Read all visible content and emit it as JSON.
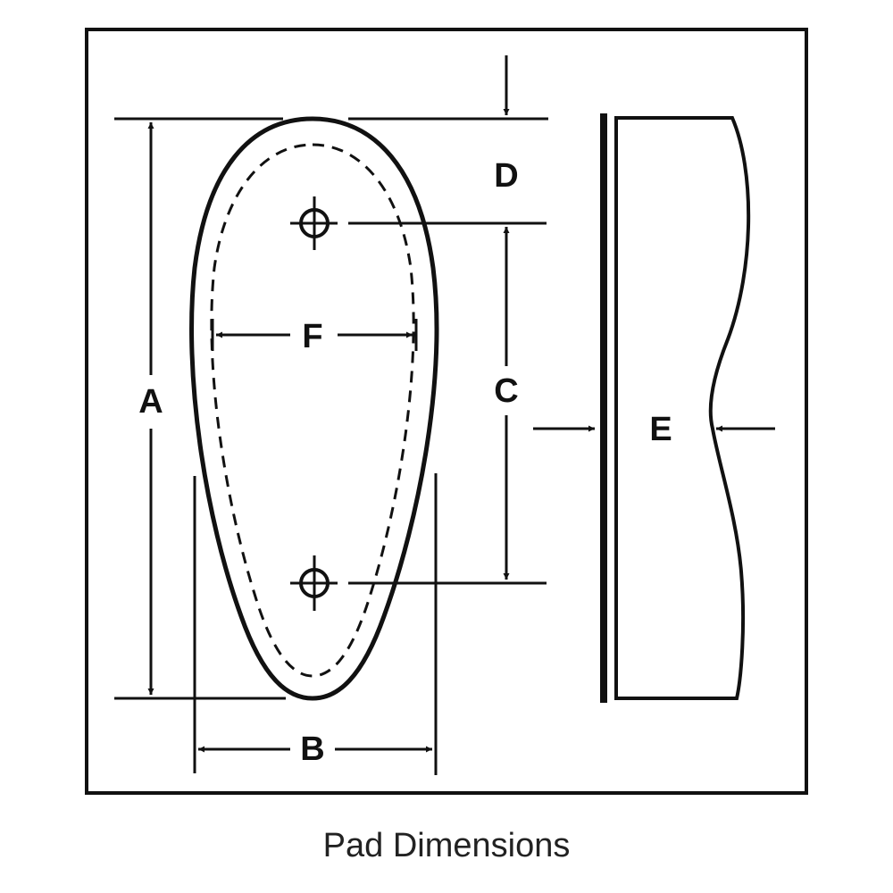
{
  "caption": "Pad Dimensions",
  "labels": {
    "a": "A",
    "b": "B",
    "c": "C",
    "d": "D",
    "e": "E",
    "f": "F"
  },
  "colors": {
    "stroke": "#111111",
    "background": "#ffffff"
  }
}
